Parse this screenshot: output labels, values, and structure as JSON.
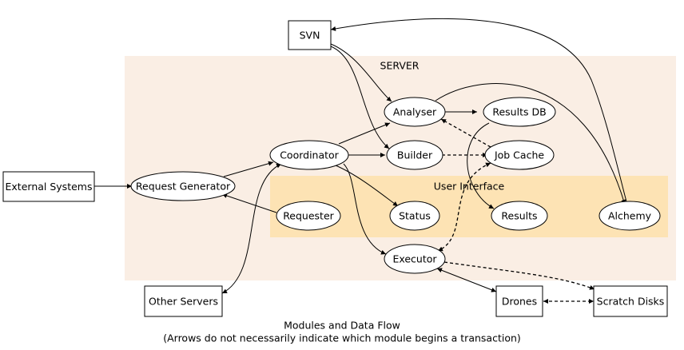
{
  "clusters": {
    "server": {
      "label": "SERVER",
      "fill": "#faeee4"
    },
    "ui": {
      "label": "User Interface",
      "fill": "#fde3b4"
    }
  },
  "nodes": {
    "svn": "SVN",
    "analyser": "Analyser",
    "results_db": "Results DB",
    "coordinator": "Coordinator",
    "builder": "Builder",
    "job_cache": "Job Cache",
    "external_systems": "External Systems",
    "request_generator": "Request Generator",
    "requester": "Requester",
    "status": "Status",
    "results": "Results",
    "alchemy": "Alchemy",
    "executor": "Executor",
    "other_servers": "Other Servers",
    "drones": "Drones",
    "scratch_disks": "Scratch Disks"
  },
  "caption": {
    "line1": "Modules and Data Flow",
    "line2": "(Arrows do not necessarily indicate which module begins a transaction)"
  }
}
